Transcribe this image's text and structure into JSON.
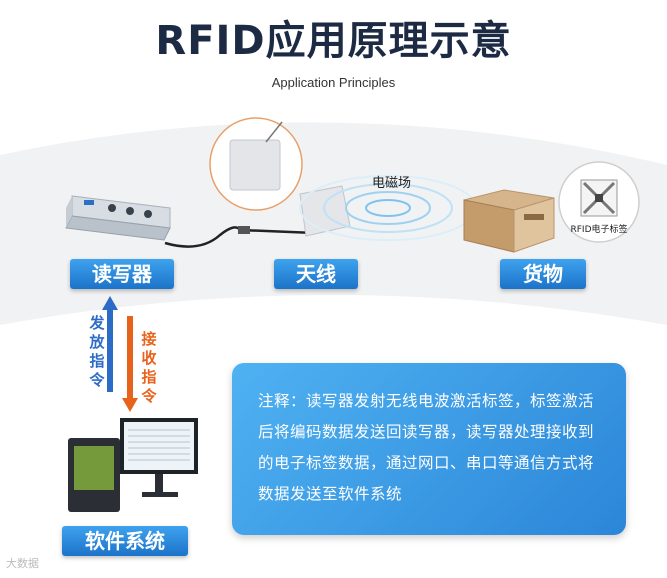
{
  "title": "RFID应用原理示意",
  "subtitle": "Application Principles",
  "labels": {
    "reader": "读写器",
    "antenna": "天线",
    "goods": "货物",
    "software": "软件系统"
  },
  "em_field_label": "电磁场",
  "rfid_tag_label": "RFID电子标签",
  "send_command": "发放指令",
  "receive_command": "接收指令",
  "note": "注释：读写器发射无线电波激活标签，标签激活后将编码数据发送回读写器，读写器处理接收到的电子标签数据，通过网口、串口等通信方式将数据发送至软件系统",
  "watermark": "大数据",
  "colors": {
    "accent_blue": "#2b86d8",
    "send_arrow": "#2d6cc6",
    "receive_arrow": "#e8621b",
    "title": "#1d2a44"
  }
}
